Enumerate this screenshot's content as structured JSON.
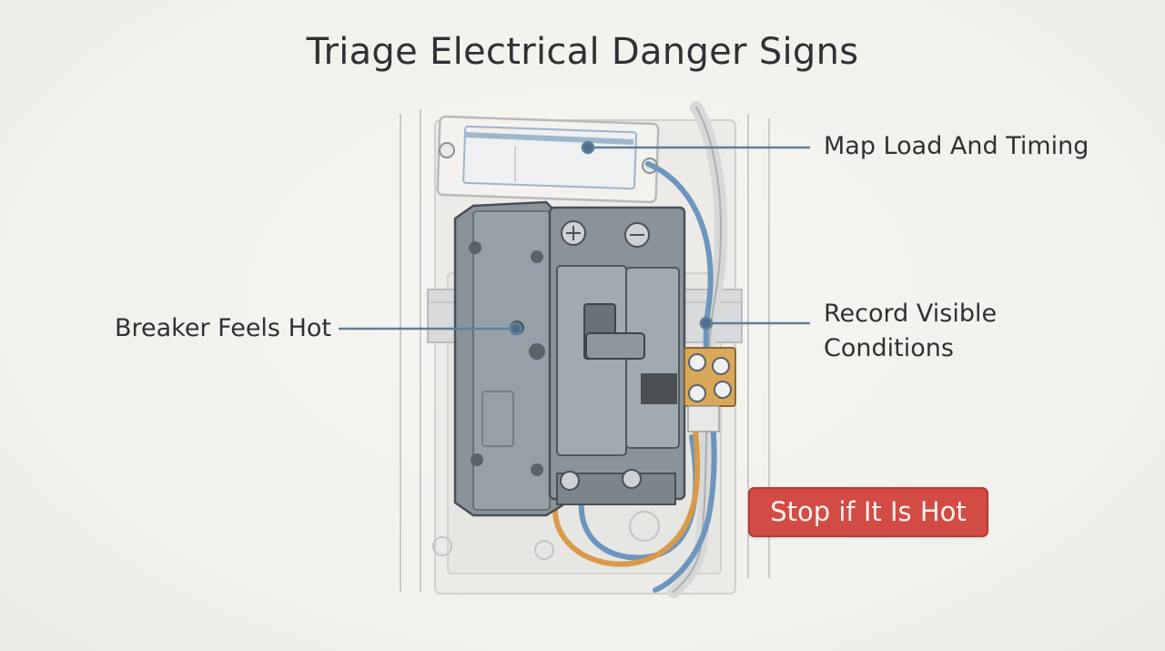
{
  "title": "Triage Electrical Danger Signs",
  "callouts": {
    "map_load": "Map Load And Timing",
    "breaker_hot": "Breaker Feels Hot",
    "record_line1": "Record Visible",
    "record_line2": "Conditions"
  },
  "warning": {
    "label": "Stop if It Is Hot"
  },
  "colors": {
    "warning_red": "#d24b45",
    "leader_blue": "#5f7f9a",
    "breaker_gray": "#8a929a",
    "wire_orange": "#d99a4a",
    "wire_blue": "#6d95bd",
    "terminal_brass": "#d9a85b"
  },
  "icons": [
    "breaker-panel-illustration",
    "screw-icon",
    "wire-bundle"
  ]
}
